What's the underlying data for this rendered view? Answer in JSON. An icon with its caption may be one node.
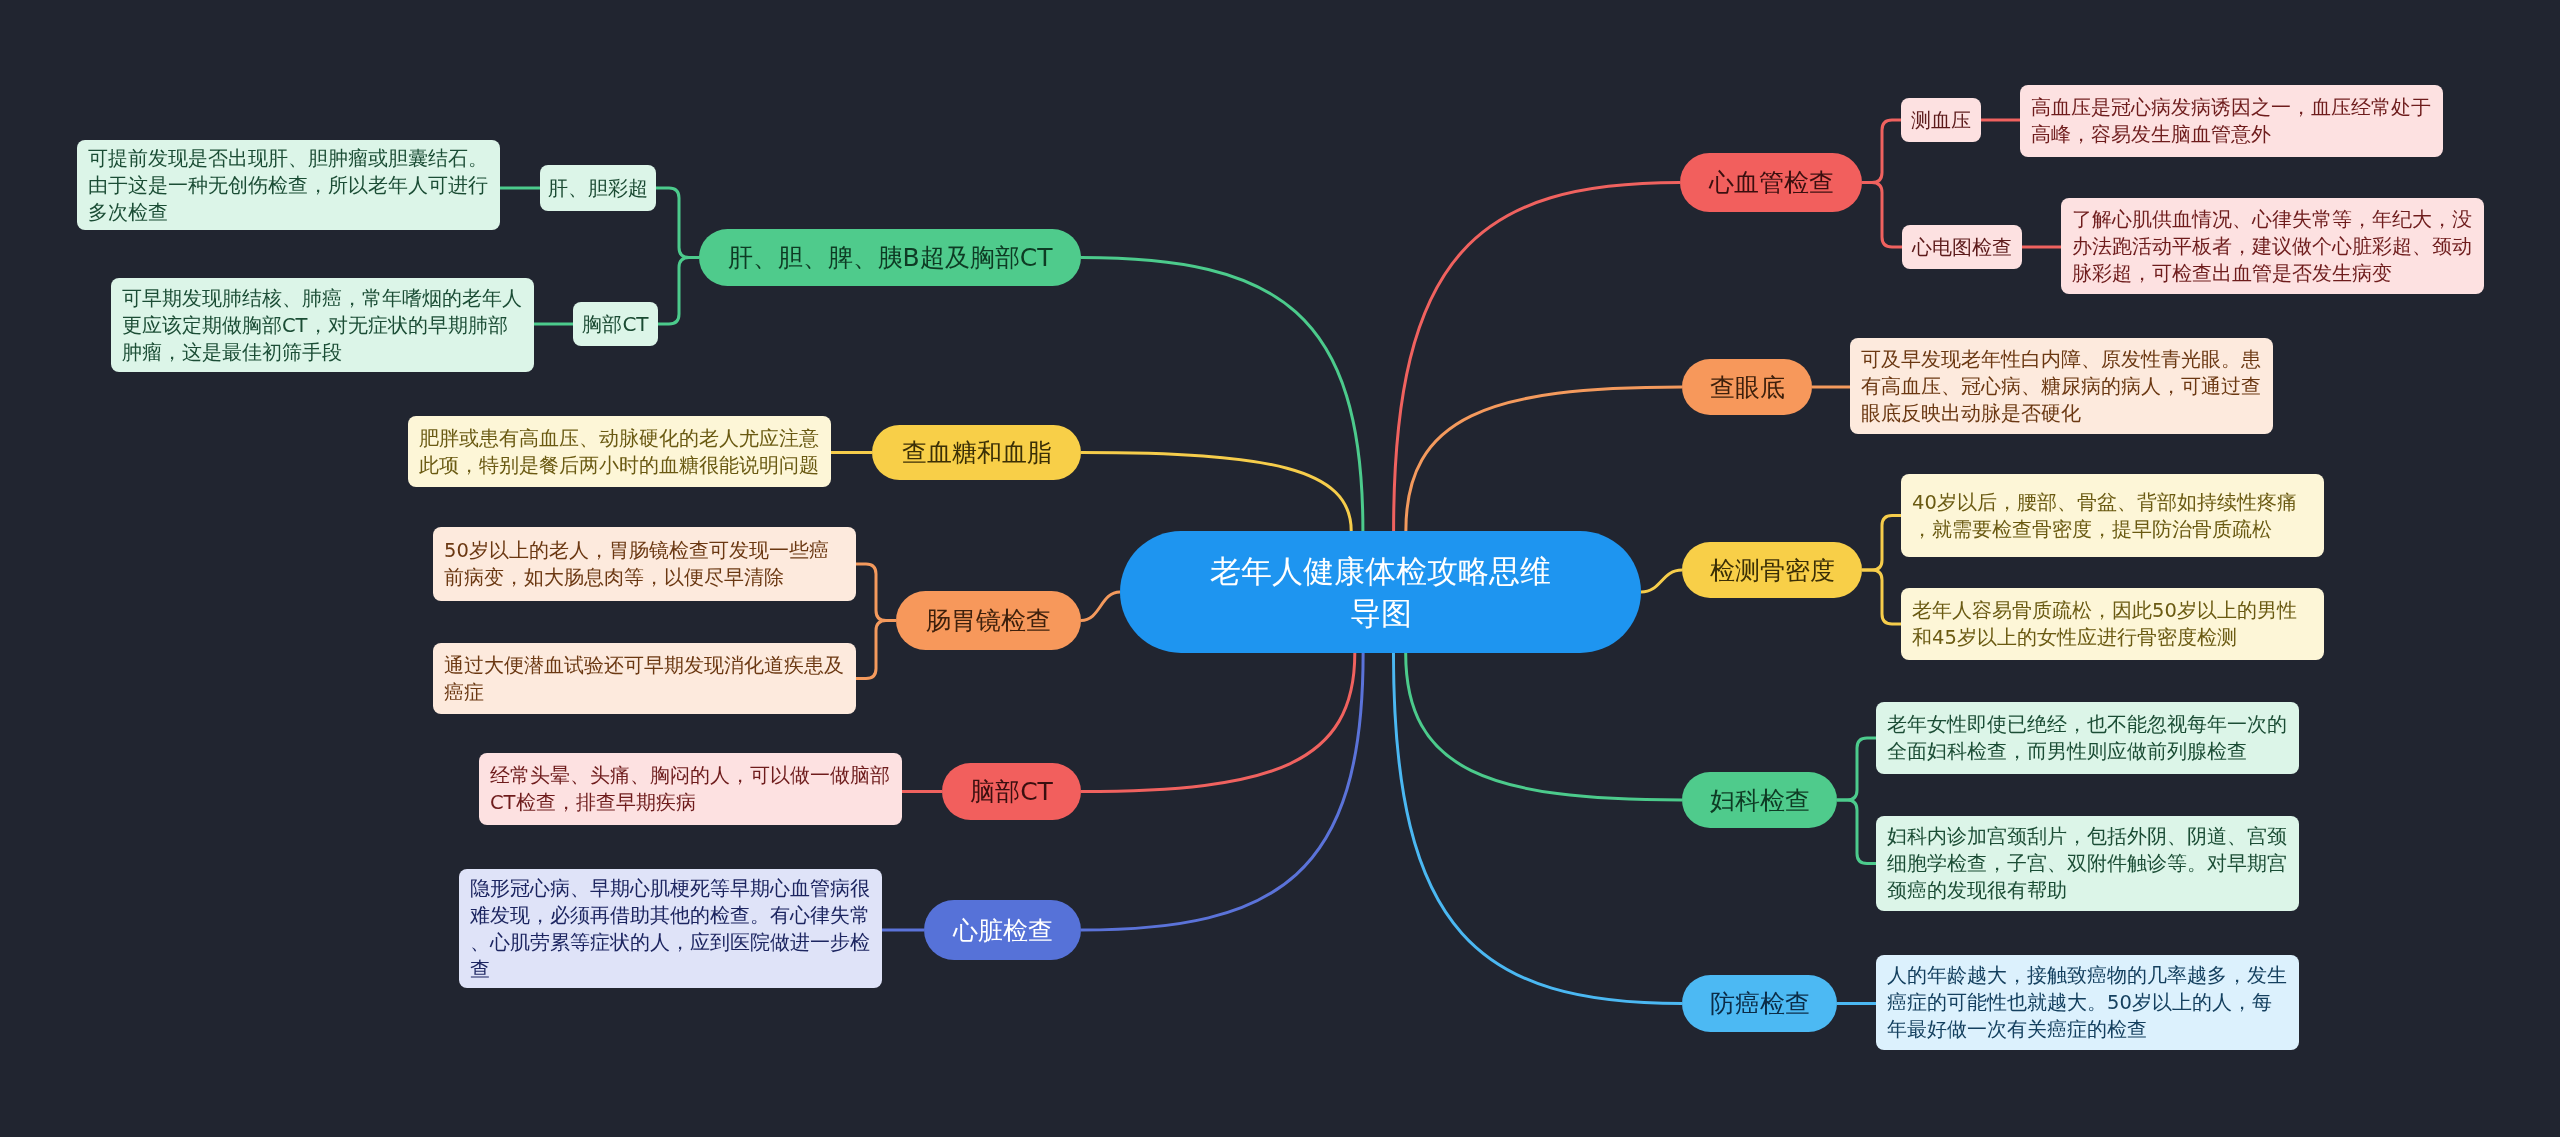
{
  "diagram": {
    "nodes": [
      {
        "text": [
          "老年人健康体检攻略思维导图"
        ]
      },
      {
        "text": [
          "心血管检查"
        ]
      },
      {
        "text": [
          "测血压"
        ]
      },
      {
        "text": [
          "高血压是冠心病发病诱因之一，血压经常处于高峰，容易发生脑血管意外"
        ]
      },
      {
        "text": [
          "心电图检查"
        ]
      },
      {
        "text": [
          "了解心肌供血情况、心律失常等，年纪大，没办法跑活动平板者，建议做个心脏彩超、颈动脉彩超，可检查出血管是否发生病变"
        ]
      },
      {
        "text": [
          "查眼底"
        ]
      },
      {
        "text": [
          "可及早发现老年性白内障、原发性青光眼。患有高血压、冠心病、糖尿病的病人，可通过查眼底反映出动脉是否硬化"
        ]
      },
      {
        "text": [
          "检测骨密度"
        ]
      },
      {
        "text": [
          "40岁以后，腰部、骨盆、背部如持续性疼痛，就需要检查骨密度，提早防治骨质疏松"
        ]
      },
      {
        "text": [
          "老年人容易骨质疏松，因此50岁以上的男性和45岁以上的女性应进行骨密度检测"
        ]
      },
      {
        "text": [
          "妇科检查"
        ]
      },
      {
        "text": [
          "老年女性即使已绝经，也不能忽视每年一次的全面妇科检查，而男性则应做前列腺检查"
        ]
      },
      {
        "text": [
          "妇科内诊加宫颈刮片，包括外阴、阴道、宫颈细胞学检查，子宫、双附件触诊等。对早期宫颈癌的发现很有帮助"
        ]
      },
      {
        "text": [
          "防癌检查"
        ]
      },
      {
        "text": [
          "人的年龄越大，接触致癌物的几率越多，发生癌症的可能性也就越大。50岁以上的人，每年最好做一次有关癌症的检查"
        ]
      },
      {
        "text": [
          "肝、胆、脾、胰B超及胸部CT"
        ]
      },
      {
        "text": [
          "肝、胆彩超"
        ]
      },
      {
        "text": [
          "可提前发现是否出现肝、胆肿瘤或胆囊结石。由于这是一种无创伤检查，所以老年人可进行多次检查"
        ]
      },
      {
        "text": [
          "胸部CT"
        ]
      },
      {
        "text": [
          "可早期发现肺结核、肺癌，常年嗜烟的老年人更应该定期做胸部CT，对无症状的早期肺部肿瘤，这是最佳初筛手段"
        ]
      },
      {
        "text": [
          "查血糖和血脂"
        ]
      },
      {
        "text": [
          "肥胖或患有高血压、动脉硬化的老人尤应注意此项，特别是餐后两小时的血糖很能说明问题"
        ]
      },
      {
        "text": [
          "肠胃镜检查"
        ]
      },
      {
        "text": [
          "50岁以上的老人，胃肠镜检查可发现一些癌前病变，如大肠息肉等，以便尽早清除"
        ]
      },
      {
        "text": [
          "通过大便潜血试验还可早期发现消化道疾患及癌症"
        ]
      },
      {
        "text": [
          "脑部CT"
        ]
      },
      {
        "text": [
          "经常头晕、头痛、胸闷的人，可以做一做脑部CT检查，排查早期疾病"
        ]
      },
      {
        "text": [
          "心脏检查"
        ]
      },
      {
        "text": [
          "隐形冠心病、早期心肌梗死等早期心血管病很难发现，必须再借助其他的检查。有心律失常、心肌劳累等症状的人，应到医院做进一步检查"
        ]
      }
    ],
    "edges": [
      {
        "from": 0,
        "to": 1,
        "arrow": "none",
        "color": "#f0625f"
      },
      {
        "from": 1,
        "to": 2,
        "arrow": "none",
        "color": "#f0625f"
      },
      {
        "from": 2,
        "to": 3,
        "arrow": "none",
        "color": "#f0625f"
      },
      {
        "from": 1,
        "to": 4,
        "arrow": "none",
        "color": "#f0625f"
      },
      {
        "from": 4,
        "to": 5,
        "arrow": "none",
        "color": "#f0625f"
      },
      {
        "from": 0,
        "to": 6,
        "arrow": "none",
        "color": "#f49a5d"
      },
      {
        "from": 6,
        "to": 7,
        "arrow": "none",
        "color": "#f49a5d"
      },
      {
        "from": 0,
        "to": 8,
        "arrow": "none",
        "color": "#f6cd4b"
      },
      {
        "from": 8,
        "to": 9,
        "arrow": "none",
        "color": "#f6cd4b"
      },
      {
        "from": 8,
        "to": 10,
        "arrow": "none",
        "color": "#f6cd4b"
      },
      {
        "from": 0,
        "to": 11,
        "arrow": "none",
        "color": "#4ccb8c"
      },
      {
        "from": 11,
        "to": 12,
        "arrow": "none",
        "color": "#4ccb8c"
      },
      {
        "from": 11,
        "to": 13,
        "arrow": "none",
        "color": "#4ccb8c"
      },
      {
        "from": 0,
        "to": 14,
        "arrow": "none",
        "color": "#4bb8f2"
      },
      {
        "from": 14,
        "to": 15,
        "arrow": "none",
        "color": "#4bb8f2"
      },
      {
        "from": 0,
        "to": 16,
        "arrow": "none",
        "color": "#4ccb8c"
      },
      {
        "from": 16,
        "to": 17,
        "arrow": "none",
        "color": "#4ccb8c"
      },
      {
        "from": 17,
        "to": 18,
        "arrow": "none",
        "color": "#4ccb8c"
      },
      {
        "from": 16,
        "to": 19,
        "arrow": "none",
        "color": "#4ccb8c"
      },
      {
        "from": 19,
        "to": 20,
        "arrow": "none",
        "color": "#4ccb8c"
      },
      {
        "from": 0,
        "to": 21,
        "arrow": "none",
        "color": "#f6cd4b"
      },
      {
        "from": 21,
        "to": 22,
        "arrow": "none",
        "color": "#f6cd4b"
      },
      {
        "from": 0,
        "to": 23,
        "arrow": "none",
        "color": "#f49a5d"
      },
      {
        "from": 23,
        "to": 24,
        "arrow": "none",
        "color": "#f49a5d"
      },
      {
        "from": 23,
        "to": 25,
        "arrow": "none",
        "color": "#f49a5d"
      },
      {
        "from": 0,
        "to": 26,
        "arrow": "none",
        "color": "#f0625f"
      },
      {
        "from": 26,
        "to": 27,
        "arrow": "none",
        "color": "#f0625f"
      },
      {
        "from": 0,
        "to": 28,
        "arrow": "none",
        "color": "#5b73d9"
      },
      {
        "from": 28,
        "to": 29,
        "arrow": "none",
        "color": "#5b73d9"
      }
    ]
  }
}
